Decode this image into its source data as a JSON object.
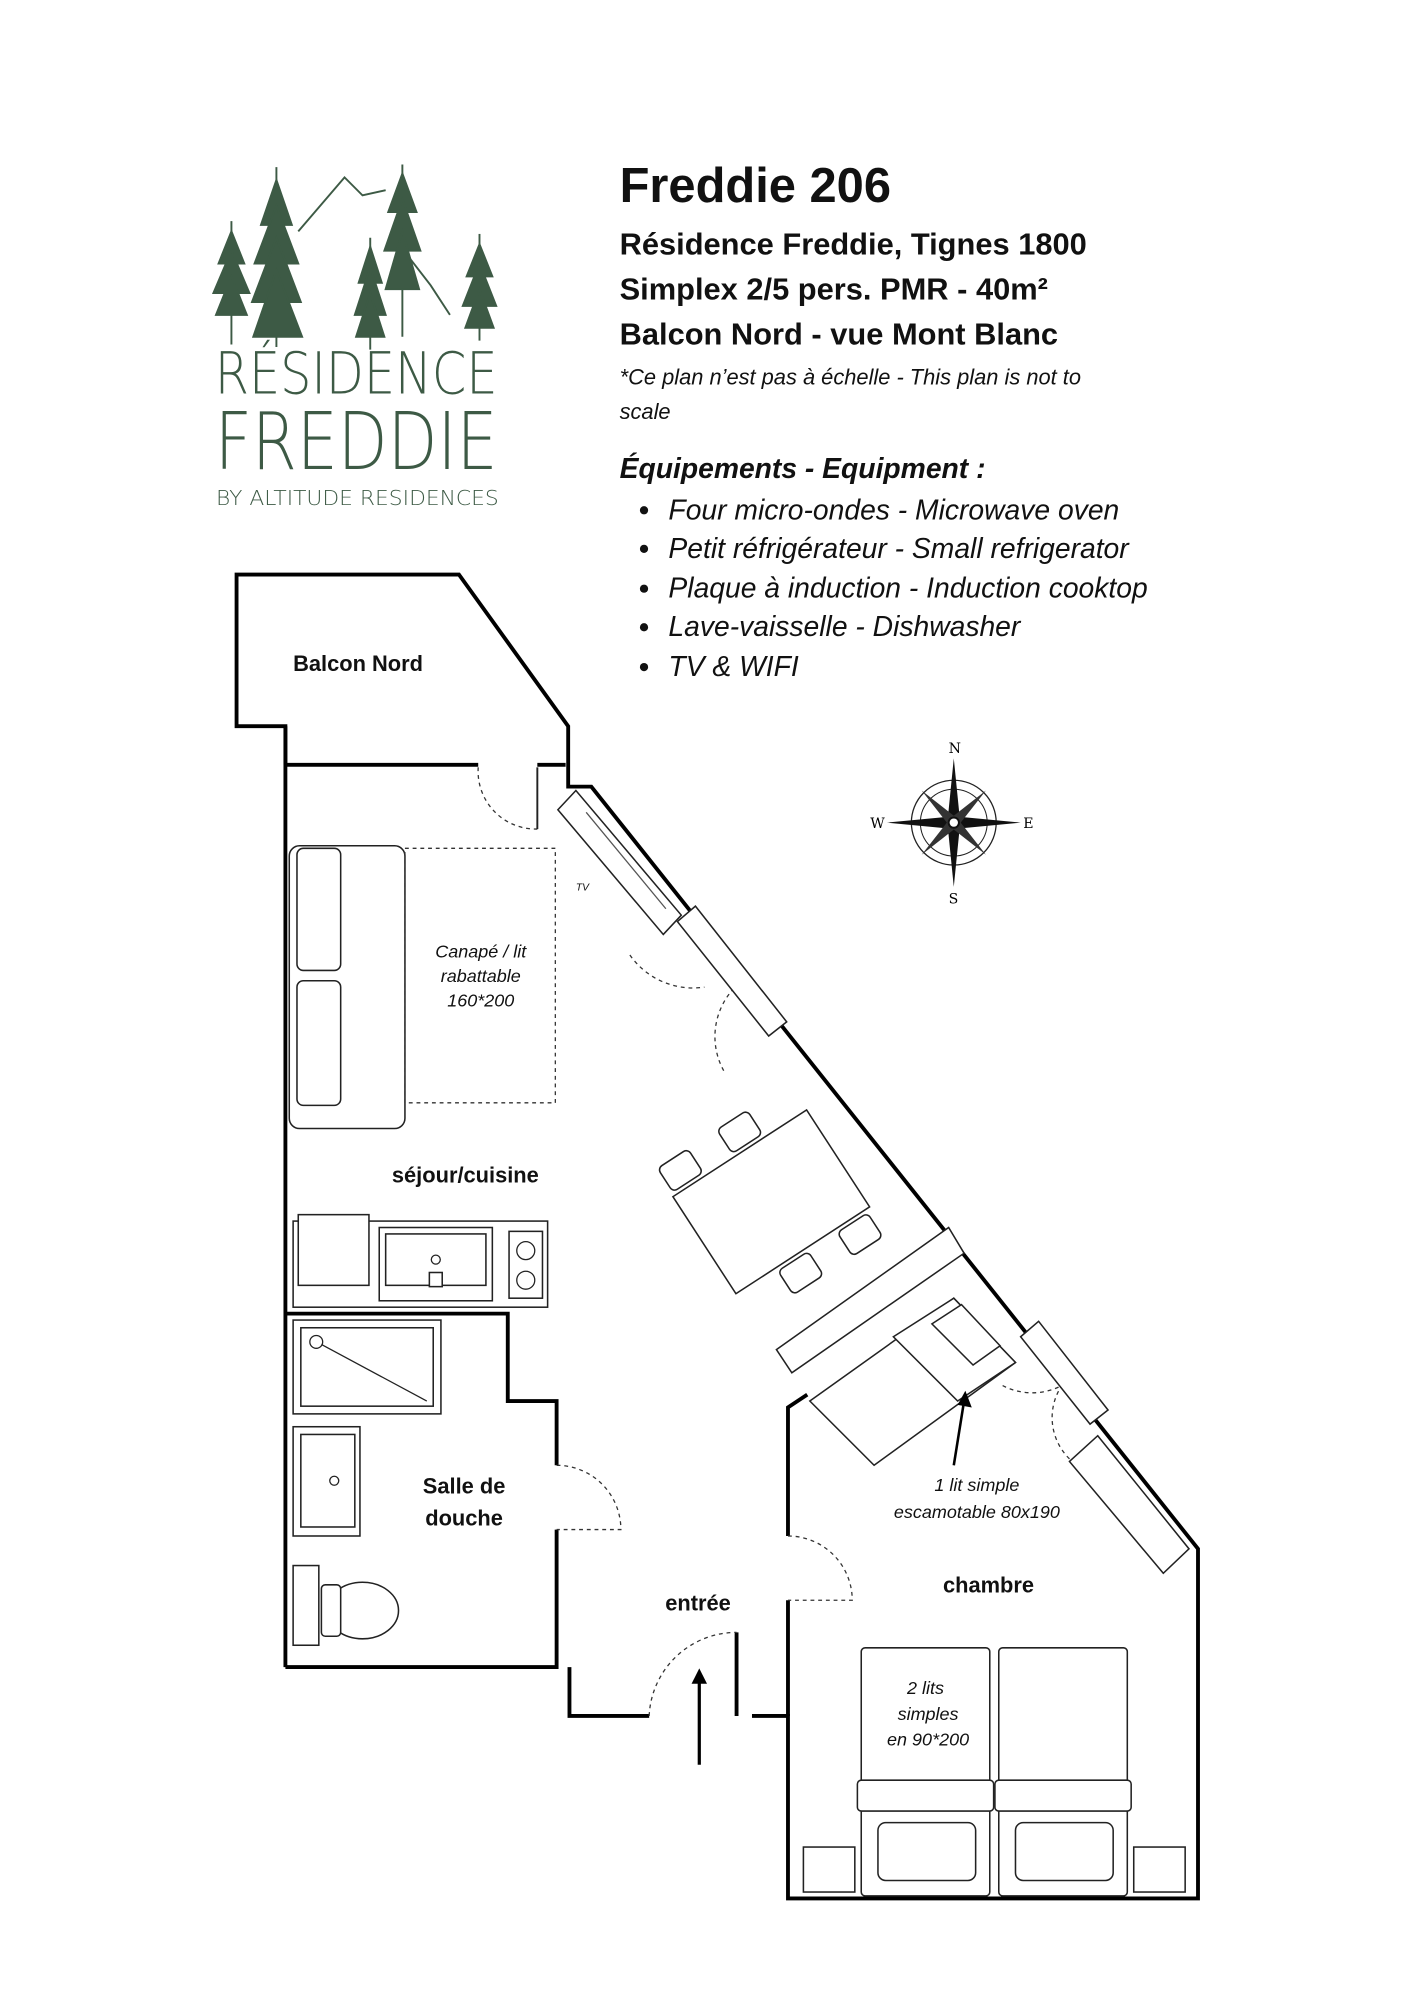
{
  "logo": {
    "line1": "RÉSIDENCE",
    "line2": "FREDDIE",
    "line3": "BY ALTITUDE RESIDENCES",
    "color": "#3d5a45"
  },
  "header": {
    "title": "Freddie 206",
    "subtitle1": "Résidence Freddie, Tignes 1800",
    "subtitle2": "Simplex 2/5 pers. PMR - 40m²",
    "subtitle3": "Balcon Nord - vue Mont Blanc",
    "note_line1": "*Ce plan n’est pas à échelle - This plan is not to",
    "note_line2": "scale"
  },
  "equipment": {
    "heading": "Équipements - Equipment :",
    "items": [
      "Four micro-ondes - Microwave oven",
      "Petit réfrigérateur - Small refrigerator",
      "Plaque à induction - Induction cooktop",
      "Lave-vaisselle - Dishwasher",
      "TV & WIFI"
    ]
  },
  "compass": {
    "n": "N",
    "s": "S",
    "e": "E",
    "w": "W"
  },
  "plan": {
    "balcony": "Balcon Nord",
    "tv": "TV",
    "sofa_line1": "Canapé / lit",
    "sofa_line2": "rabattable",
    "sofa_line3": "160*200",
    "living": "séjour/cuisine",
    "bathroom_line1": "Salle de",
    "bathroom_line2": "douche",
    "entrance": "entrée",
    "bedroom": "chambre",
    "foldbed_line1": "1 lit simple",
    "foldbed_line2": "escamotable  80x190",
    "beds_line1": "2 lits",
    "beds_line2": "simples",
    "beds_line3": "en 90*200"
  }
}
